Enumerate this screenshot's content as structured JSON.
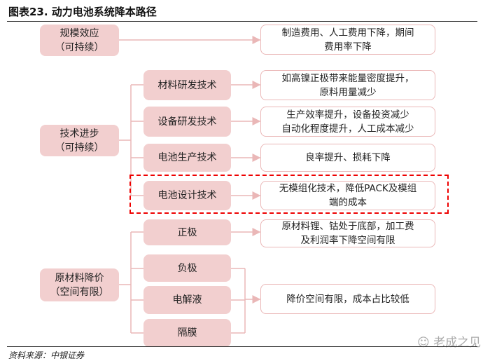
{
  "title": "图表23. 动力电池系统降本路径",
  "left": [
    {
      "l1": "规模效应",
      "l2": "（可持续）"
    },
    {
      "l1": "技术进步",
      "l2": "（可持续）"
    },
    {
      "l1": "原材料降价",
      "l2": "（空间有限）"
    }
  ],
  "middle": [
    "材料研发技术",
    "设备研发技术",
    "电池生产技术",
    "电池设计技术",
    "正极",
    "负极",
    "电解液",
    "隔膜"
  ],
  "right": [
    {
      "l1": "制造费用、人工费用下降，期间",
      "l2": "费用率下降"
    },
    {
      "l1": "如高镍正极带来能量密度提升，",
      "l2": "原料用量减少"
    },
    {
      "l1": "生产效率提升，设备投资减少",
      "l2": "自动化程度提升，人工成本减少"
    },
    {
      "l1": "良率提升、损耗下降",
      "l2": ""
    },
    {
      "l1": "无模组化技术，降低PACK及模组",
      "l2": "端的成本"
    },
    {
      "l1": "原材料锂、钴处于底部，加工费",
      "l2": "及利润率下降空间有限"
    },
    {
      "l1": "降价空间有限，成本占比较低",
      "l2": ""
    }
  ],
  "source": "资料来源：中银证券",
  "watermark": "老成之见",
  "colors": {
    "box": "#f2cfcf",
    "line": "#eab7b7",
    "highlight": "#ee0000"
  }
}
